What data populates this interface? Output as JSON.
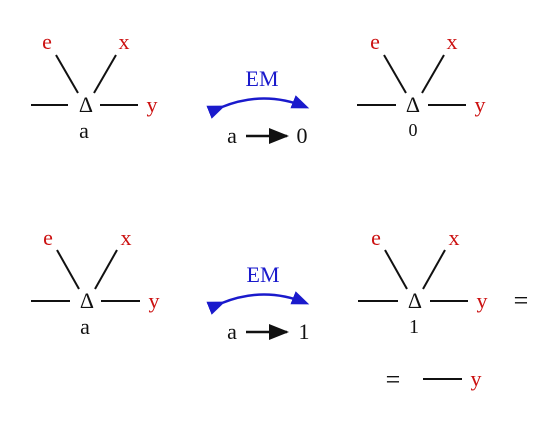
{
  "colors": {
    "external": "#cc1111",
    "node": "#111111",
    "em": "#1a1acc"
  },
  "vertex_symbol": "Δ",
  "rows": [
    {
      "left": {
        "e": "e",
        "x": "x",
        "y": "y",
        "sub": "a"
      },
      "arrow": {
        "label": "EM",
        "limit_from": "a",
        "limit_to": "0"
      },
      "right": {
        "e": "e",
        "x": "x",
        "y": "y",
        "sub": "0"
      }
    },
    {
      "left": {
        "e": "e",
        "x": "x",
        "y": "y",
        "sub": "a"
      },
      "arrow": {
        "label": "EM",
        "limit_from": "a",
        "limit_to": "1"
      },
      "right": {
        "e": "e",
        "x": "x",
        "y": "y",
        "sub": "1"
      },
      "equals": "="
    }
  ],
  "result": {
    "equals": "=",
    "y": "y"
  }
}
